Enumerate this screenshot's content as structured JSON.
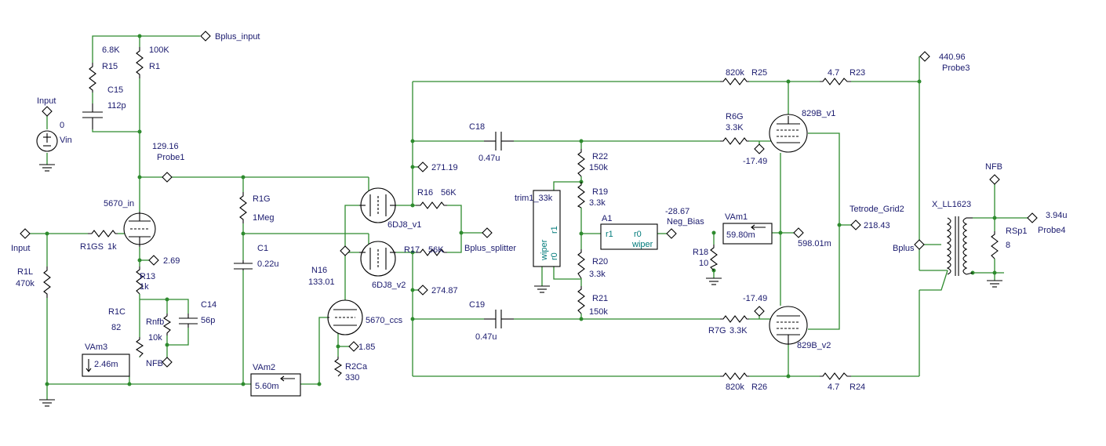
{
  "labels": {
    "bplus_input": "Bplus_input",
    "r15": "R15",
    "r15v": "6.8K",
    "r1": "R1",
    "r1v": "100K",
    "c15": "C15",
    "c15v": "112p",
    "input_top": "Input",
    "zero": "0",
    "vin": "Vin",
    "probe1v": "129.16",
    "probe1": "Probe1",
    "v5670_in": "5670_in",
    "input_left": "Input",
    "r1gs": "R1GS",
    "r1gsv": "1k",
    "r1l": "R1L",
    "r1lv": "470k",
    "v269": "2.69",
    "r13": "R13",
    "r13v": "1k",
    "r1c": "R1C",
    "r1cv": "82",
    "rnfb": "Rnfb",
    "rnfbv": "10k",
    "c14": "C14",
    "c14v": "56p",
    "nfb_left": "NFB",
    "vam3": "VAm3",
    "vam3v": "2.46m",
    "r1g": "R1G",
    "r1gv": "1Meg",
    "c1": "C1",
    "c1v": "0.22u",
    "vam2": "VAm2",
    "vam2v": "5.60m",
    "v27119": "271.19",
    "r16": "R16",
    "r16v": "56K",
    "v6dj8_1": "6DJ8_v1",
    "bplus_splitter": "Bplus_splitter",
    "r17": "R17",
    "r17v": "56K",
    "v6dj8_2": "6DJ8_v2",
    "n16": "N16",
    "n16v": "133.01",
    "v27487": "274.87",
    "v5670_ccs": "5670_ccs",
    "v185": "1.85",
    "r2ca": "R2Ca",
    "r2cav": "330",
    "c18": "C18",
    "c18v": "0.47u",
    "c19": "C19",
    "c19v": "0.47u",
    "r22": "R22",
    "r22v": "150k",
    "trim": "trim1_33k",
    "r19": "R19",
    "r19v": "3.3k",
    "r20": "R20",
    "r20v": "3.3k",
    "r21": "R21",
    "r21v": "150k",
    "a1": "A1",
    "r1pin": "r1",
    "r0pin": "r0",
    "wiperpin": "wiper",
    "trim_r1": "r1",
    "trim_r0": "r0",
    "trim_wiper": "wiper",
    "neg_bias_v": "-28.67",
    "neg_bias": "Neg_Bias",
    "vam1": "VAm1",
    "vam1v": "59.80m",
    "r18": "R18",
    "r18v": "10",
    "v59801": "598.01m",
    "r25v": "820k",
    "r25": "R25",
    "r23v": "4.7",
    "r23": "R23",
    "r6g": "R6G",
    "r6gv": "3.3K",
    "v1749a": "-17.49",
    "v829_1": "829B_v1",
    "v829_2": "829B_v2",
    "v1749b": "-17.49",
    "r7g": "R7G",
    "r7gv": "3.3K",
    "r26v": "820k",
    "r26": "R26",
    "r24v": "4.7",
    "r24": "R24",
    "tetrode": "Tetrode_Grid2",
    "tetrodev": "218.43",
    "probe3v": "440.96",
    "probe3": "Probe3",
    "xfmr": "X_LL1623",
    "bplus": "Bplus",
    "nfb_right": "NFB",
    "rsp1": "RSp1",
    "rsp1v": "8",
    "probe4v": "3.94u",
    "probe4": "Probe4"
  },
  "colors": {
    "wire": "#2e8b2e",
    "text": "#1a1a6e",
    "component": "#000000"
  }
}
